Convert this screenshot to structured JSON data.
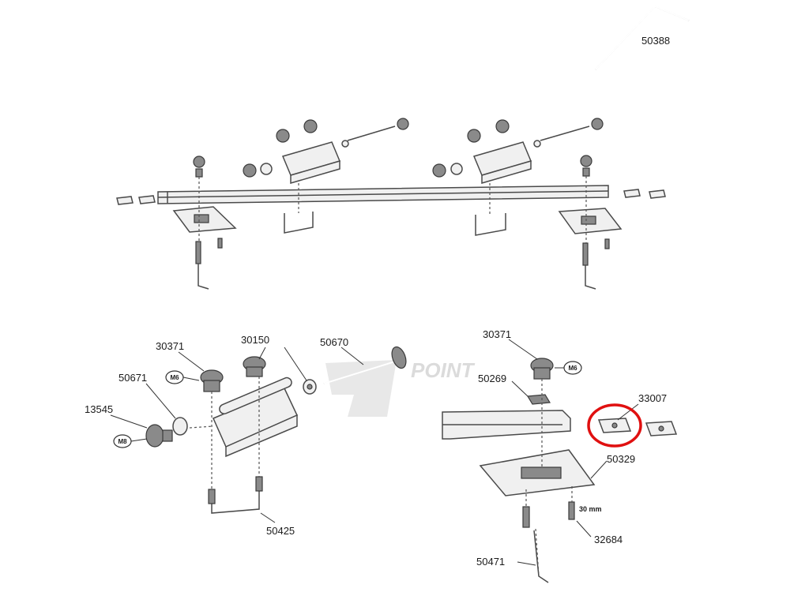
{
  "watermark": {
    "text": "POINT"
  },
  "highlight_color": "#e01010",
  "parts": {
    "p50388": "50388",
    "p30371_left": "30371",
    "p30150": "30150",
    "p50670": "50670",
    "p50671": "50671",
    "p13545": "13545",
    "p50425": "50425",
    "p30371_right": "30371",
    "p50269": "50269",
    "p33007": "33007",
    "p50329": "50329",
    "p32684": "32684",
    "p50471": "50471"
  },
  "badges": {
    "m6_left": "M6",
    "m8_left": "M8",
    "m6_right": "M6"
  },
  "dimension": "30 mm"
}
